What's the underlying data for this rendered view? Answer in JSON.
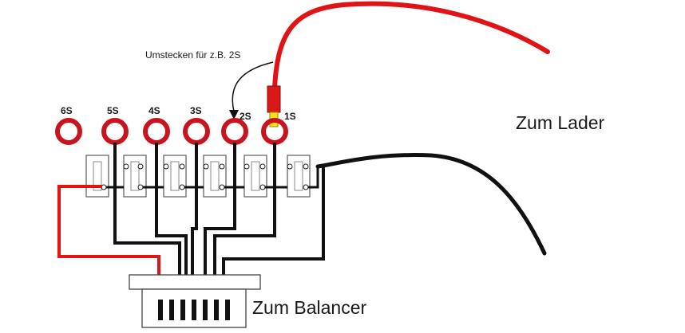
{
  "annotation": {
    "replug_note": "Umstecken für z.B. 2S"
  },
  "taps": [
    {
      "label": "6S"
    },
    {
      "label": "5S"
    },
    {
      "label": "4S"
    },
    {
      "label": "3S"
    },
    {
      "label": "2S"
    },
    {
      "label": "1S"
    }
  ],
  "labels": {
    "charger": "Zum Lader",
    "balancer": "Zum Balancer"
  },
  "colors": {
    "red_wire": "#e01414",
    "black_wire": "#111111",
    "plug_body": "#d91818",
    "plug_tip": "#f5e01a",
    "socket_ring": "#c8141e"
  },
  "icons": {
    "socket": "ring-socket-icon",
    "switch": "toggle-switch-icon",
    "plug": "banana-plug-icon",
    "connector": "balancer-connector-icon"
  }
}
